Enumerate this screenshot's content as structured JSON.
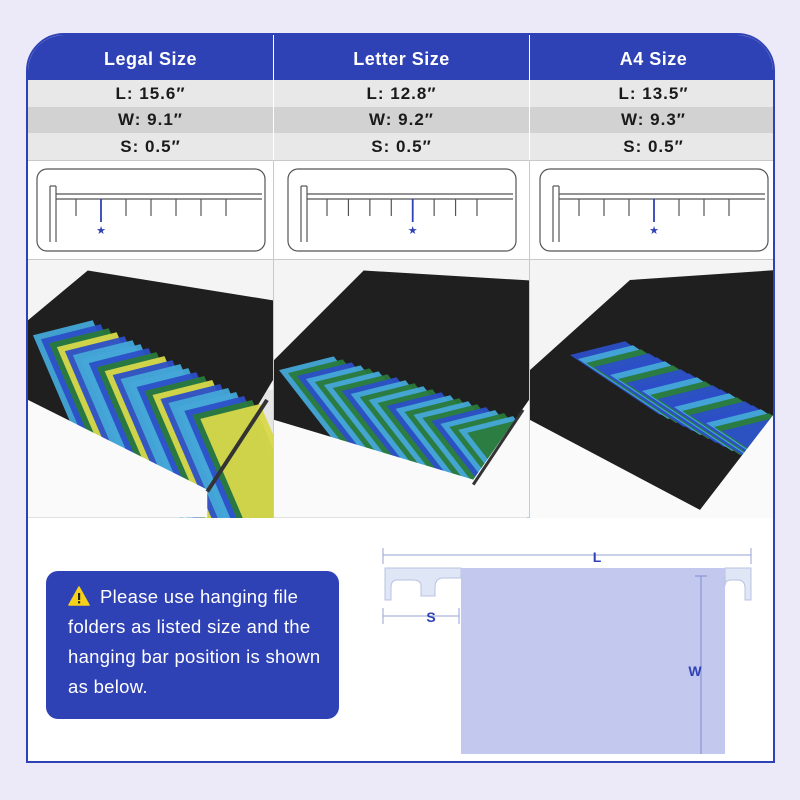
{
  "columns": [
    {
      "title": "Legal Size",
      "length": "L: 15.6″",
      "width": "W: 9.1″",
      "side": "S: 0.5″",
      "bar_pin_index": 1,
      "pin_count": 7
    },
    {
      "title": "Letter Size",
      "length": "L: 12.8″",
      "width": "W: 9.2″",
      "side": "S: 0.5″",
      "bar_pin_index": 4,
      "pin_count": 8
    },
    {
      "title": "A4 Size",
      "length": "L: 13.5″",
      "width": "W: 9.3″",
      "side": "S: 0.5″",
      "bar_pin_index": 3,
      "pin_count": 7
    }
  ],
  "note": {
    "text": "Please use hanging file folders as listed size and the hanging bar position is shown as below."
  },
  "folder_diagram": {
    "length_label": "L",
    "width_label": "W",
    "side_label": "S"
  },
  "colors": {
    "brand": "#2f42b5",
    "folder": "#c3c8ee",
    "hook": "#dfe6f5",
    "star": "#2f42b5",
    "folder_green": "#2a7a3a",
    "folder_blue": "#2c4fc8",
    "folder_teal": "#45a8d8",
    "folder_yellow": "#d8d84a"
  },
  "icons": {
    "warning": "warning-triangle-icon",
    "star": "star-icon"
  }
}
